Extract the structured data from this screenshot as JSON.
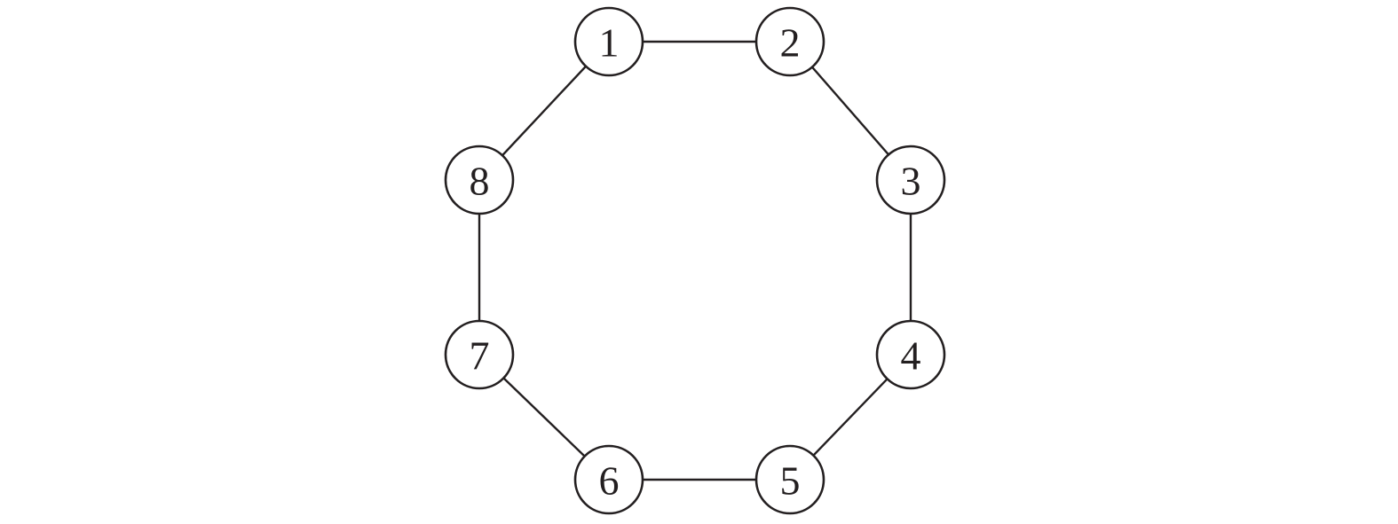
{
  "graph": {
    "type": "cycle",
    "nodes": [
      {
        "id": "1",
        "label": "1"
      },
      {
        "id": "2",
        "label": "2"
      },
      {
        "id": "3",
        "label": "3"
      },
      {
        "id": "4",
        "label": "4"
      },
      {
        "id": "5",
        "label": "5"
      },
      {
        "id": "6",
        "label": "6"
      },
      {
        "id": "7",
        "label": "7"
      },
      {
        "id": "8",
        "label": "8"
      }
    ],
    "edges": [
      [
        "1",
        "2"
      ],
      [
        "2",
        "3"
      ],
      [
        "3",
        "4"
      ],
      [
        "4",
        "5"
      ],
      [
        "5",
        "6"
      ],
      [
        "6",
        "7"
      ],
      [
        "7",
        "8"
      ],
      [
        "8",
        "1"
      ]
    ]
  }
}
